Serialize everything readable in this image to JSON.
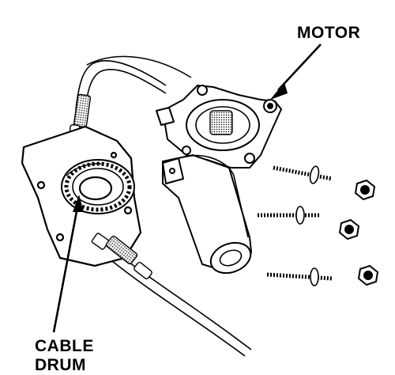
{
  "labels": {
    "motor": "MOTOR",
    "cable_drum_line1": "CABLE",
    "cable_drum_line2": "DRUM"
  },
  "colors": {
    "ink": "#000000",
    "paper": "#ffffff",
    "shade": "#9a9a9a"
  }
}
